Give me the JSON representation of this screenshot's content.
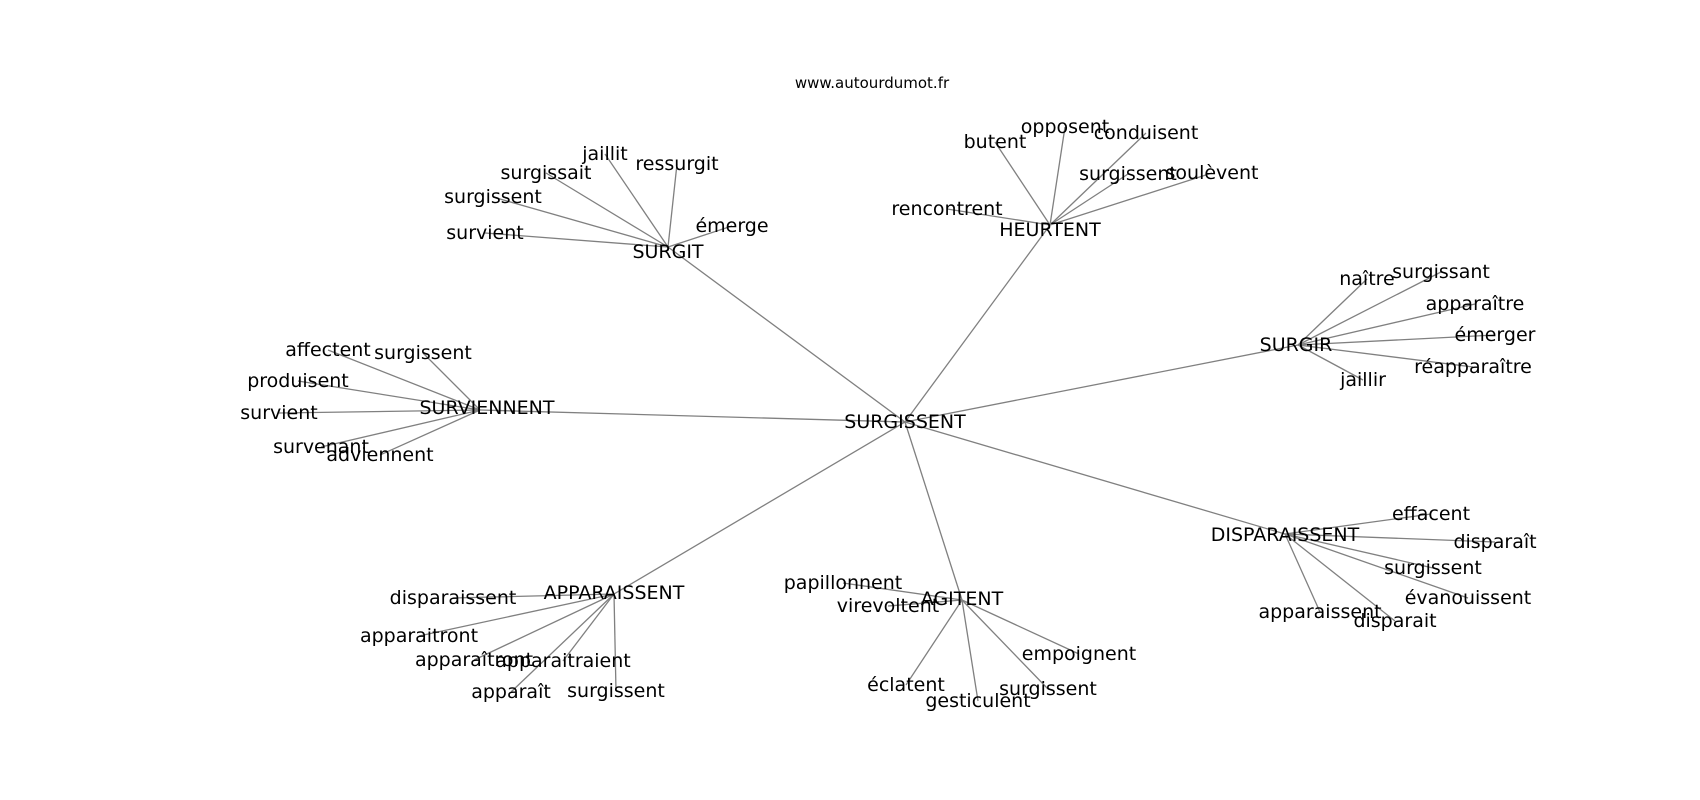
{
  "site": "www.autourdumot.fr",
  "graph": {
    "center": "SURGISSENT",
    "hubs": [
      {
        "label": "SURGIT",
        "leaves": [
          "jaillit",
          "ressurgit",
          "surgissait",
          "surgissent",
          "survient",
          "émerge"
        ]
      },
      {
        "label": "HEURTENT",
        "leaves": [
          "opposent",
          "butent",
          "conduisent",
          "surgissent",
          "soulèvent",
          "rencontrent"
        ]
      },
      {
        "label": "SURGIR",
        "leaves": [
          "naître",
          "surgissant",
          "apparaître",
          "émerger",
          "réapparaître",
          "jaillir"
        ]
      },
      {
        "label": "SURVIENNENT",
        "leaves": [
          "affectent",
          "surgissent",
          "produisent",
          "survient",
          "survenant",
          "adviennent"
        ]
      },
      {
        "label": "DISPARAISSENT",
        "leaves": [
          "effacent",
          "disparaît",
          "surgissent",
          "évanouissent",
          "apparaissent",
          "disparait"
        ]
      },
      {
        "label": "APPARAISSENT",
        "leaves": [
          "disparaissent",
          "apparaitront",
          "apparaîtront",
          "apparaitraient",
          "apparaît",
          "surgissent"
        ]
      },
      {
        "label": "AGITENT",
        "leaves": [
          "papillonnent",
          "virevoltent",
          "empoignent",
          "éclatent",
          "surgissent",
          "gesticulent"
        ]
      }
    ]
  }
}
